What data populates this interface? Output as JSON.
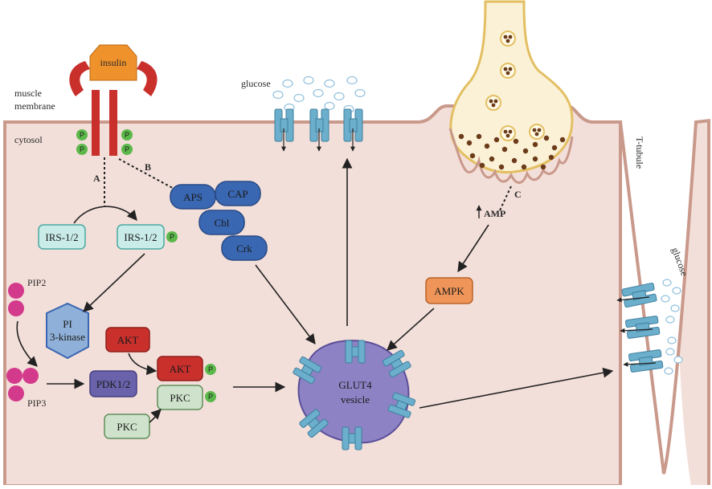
{
  "labels": {
    "insulin": "insulin",
    "muscle_membrane_1": "muscle",
    "muscle_membrane_2": "membrane",
    "cytosol": "cytosol",
    "glucose_top": "glucose",
    "glucose_right": "glucose",
    "t_tubule": "T-tubule",
    "arrow_a": "A",
    "arrow_b": "B",
    "arrow_c": "C",
    "amp": "AMP",
    "pip2": "PIP2",
    "pip3": "PIP3",
    "phospho": "P"
  },
  "boxes": {
    "irs_left": "IRS-1/2",
    "irs_right": "IRS-1/2",
    "aps": "APS",
    "cap": "CAP",
    "cbl": "Cbl",
    "crk": "Crk",
    "pi3k_1": "PI",
    "pi3k_2": "3-kinase",
    "akt_top": "AKT",
    "akt_active": "AKT",
    "pdk": "PDK1/2",
    "pkc_active": "PKC",
    "pkc_bottom": "PKC",
    "ampk": "AMPK",
    "glut4_1": "GLUT4",
    "glut4_2": "vesicle"
  },
  "colors": {
    "cytosol_fill": "#f3dfd9",
    "membrane": "#c9998b",
    "receptor": "#c9302c",
    "insulin": "#f0922b",
    "irs": "#c9ece8",
    "aps_group": "#3a67b2",
    "pi3k": "#8fb0d8",
    "akt": "#c9302c",
    "pdk": "#6a62ab",
    "pkc": "#cfe3cc",
    "ampk": "#ef9559",
    "glut4": "#8d82c4",
    "transporter": "#6bafcc",
    "phospho": "#5cb84a",
    "pip": "#d43a8c",
    "nerve": "#fbf1d6",
    "nerve_border": "#e3bf62",
    "vesicle_dot": "#6b3b1a"
  }
}
